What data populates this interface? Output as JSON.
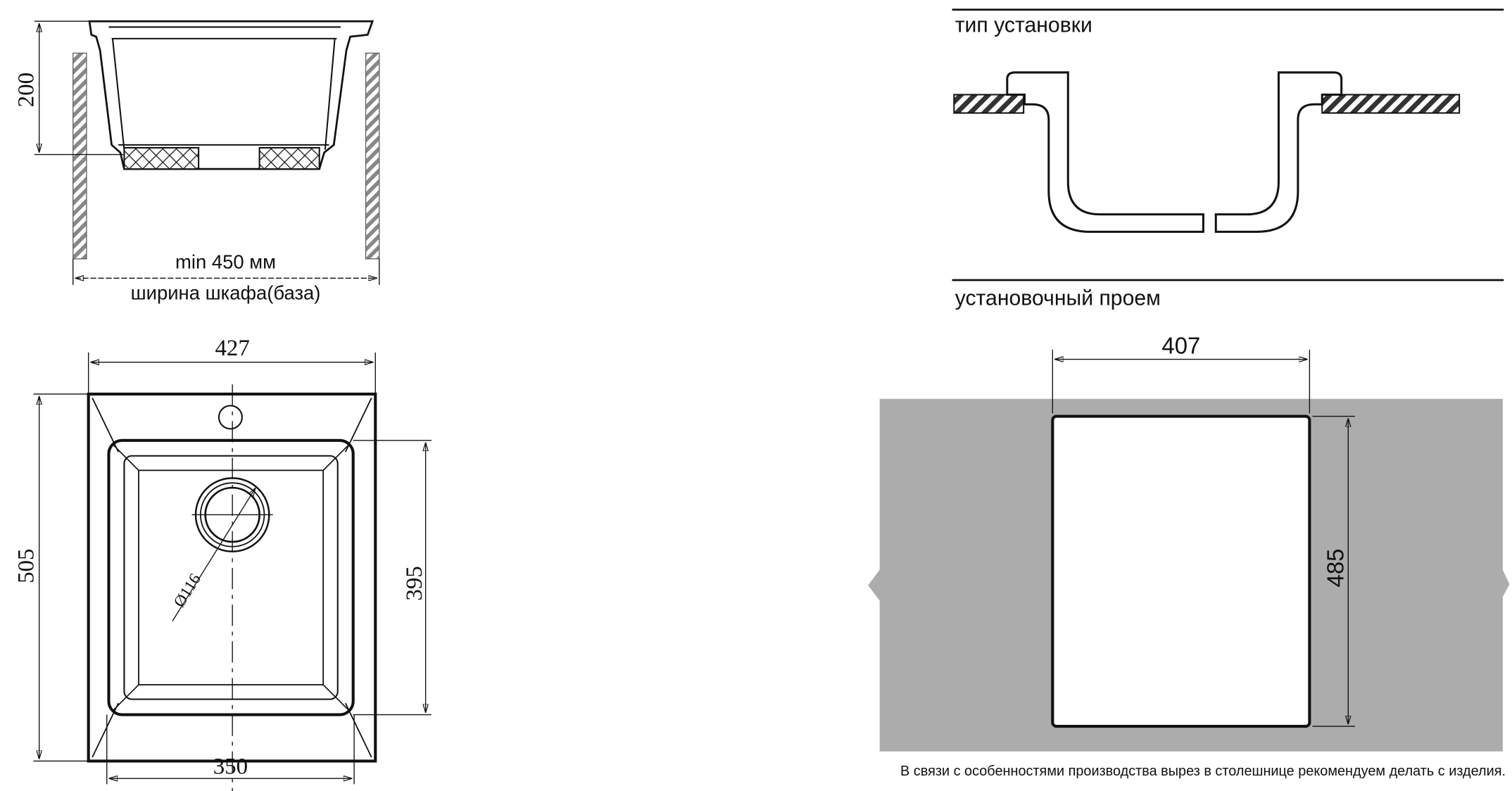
{
  "section_view": {
    "height_dim": "200",
    "cabinet_min": "min 450 мм",
    "cabinet_label": "ширина шкафа(база)"
  },
  "plan_view": {
    "width_dim": "427",
    "length_dim": "505",
    "bowl_length_dim": "395",
    "bowl_width_dim": "350",
    "drain_dim": "Ø116"
  },
  "install_type": {
    "title": "тип установки"
  },
  "cutout": {
    "title": "установочный проем",
    "width_dim": "407",
    "length_dim": "485",
    "note": "В связи с особенностями производства вырез в столешнице рекомендуем делать с изделия."
  },
  "colors": {
    "countertop_gray": "#acacac",
    "line": "#111111"
  }
}
